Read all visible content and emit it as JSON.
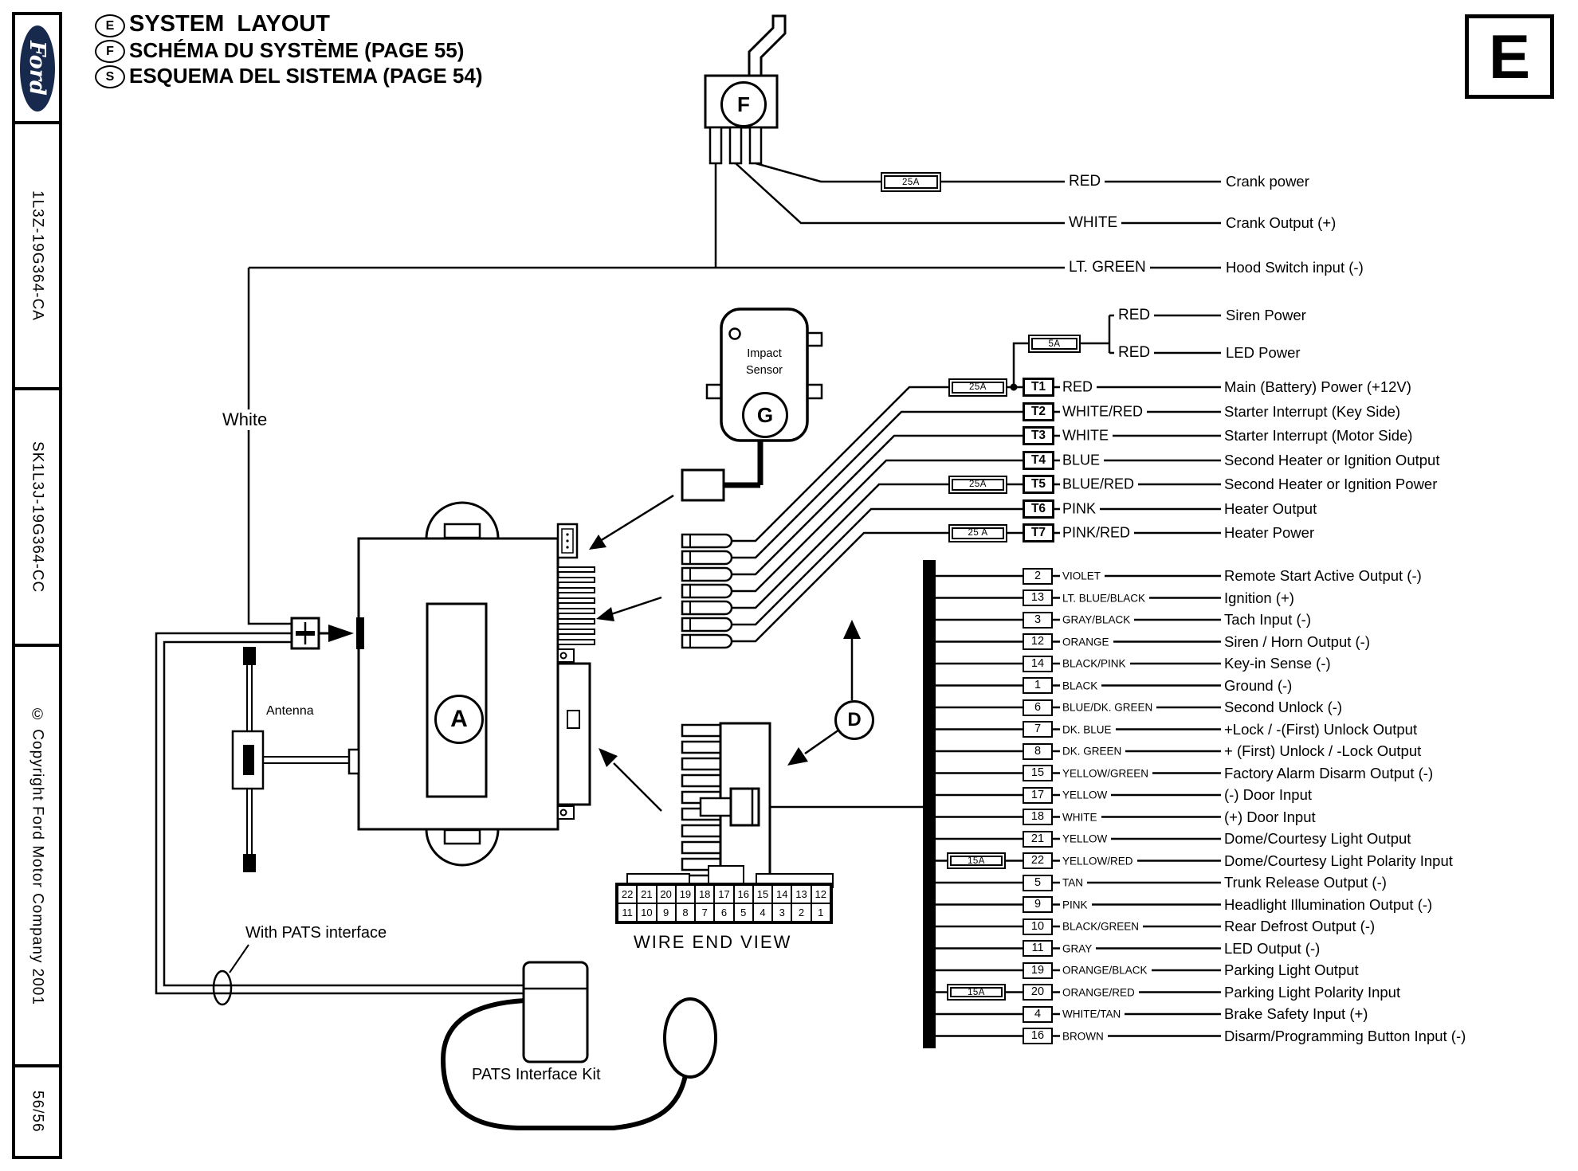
{
  "sidebar": {
    "logo": "Ford",
    "part_number_1": "1L3Z-19G364-CA",
    "part_number_2": "SK1L3J-19G364-CC",
    "copyright": "© Copyright Ford Motor Company 2001",
    "page": "56/56"
  },
  "page_letter": "E",
  "titles": {
    "t1_tag": "E",
    "t1_text": "SYSTEM  LAYOUT",
    "t2_tag": "F",
    "t2_text": "SCHÉMA DU SYSTÈME (PAGE 55)",
    "t3_tag": "S",
    "t3_text": "ESQUEMA DEL SISTEMA (PAGE 54)"
  },
  "callouts": {
    "f": "F",
    "g": "G",
    "a": "A",
    "d": "D"
  },
  "labels": {
    "white_wire": "White",
    "antenna": "Antenna",
    "impact_sensor": "Impact\nSensor",
    "with_pats": "With PATS interface",
    "pats_kit": "PATS Interface Kit",
    "wire_end_view": "WIRE END VIEW"
  },
  "crank_rows": [
    {
      "color": "RED",
      "desc": "Crank power",
      "fuse": "25A"
    },
    {
      "color": "WHITE",
      "desc": "Crank Output (+)"
    },
    {
      "color": "LT. GREEN",
      "desc": "Hood Switch input (-)"
    }
  ],
  "accessory_fuse": "5A",
  "accessory_rows": [
    {
      "color": "RED",
      "desc": "Siren Power"
    },
    {
      "color": "RED",
      "desc": "LED Power"
    }
  ],
  "t_rows": [
    {
      "n": "T1",
      "color": "RED",
      "desc": "Main (Battery) Power (+12V)",
      "fuse": "25A"
    },
    {
      "n": "T2",
      "color": "WHITE/RED",
      "desc": "Starter Interrupt (Key Side)"
    },
    {
      "n": "T3",
      "color": "WHITE",
      "desc": "Starter Interrupt (Motor Side)"
    },
    {
      "n": "T4",
      "color": "BLUE",
      "desc": "Second Heater or Ignition Output"
    },
    {
      "n": "T5",
      "color": "BLUE/RED",
      "desc": "Second Heater or Ignition Power",
      "fuse": "25A"
    },
    {
      "n": "T6",
      "color": "PINK",
      "desc": "Heater Output"
    },
    {
      "n": "T7",
      "color": "PINK/RED",
      "desc": "Heater Power",
      "fuse": "25 A"
    }
  ],
  "pin_rows": [
    {
      "n": "2",
      "color": "VIOLET",
      "desc": "Remote Start Active Output (-)"
    },
    {
      "n": "13",
      "color": "LT. BLUE/BLACK",
      "desc": "Ignition (+)"
    },
    {
      "n": "3",
      "color": "GRAY/BLACK",
      "desc": "Tach Input (-)"
    },
    {
      "n": "12",
      "color": "ORANGE",
      "desc": "Siren / Horn Output (-)"
    },
    {
      "n": "14",
      "color": "BLACK/PINK",
      "desc": "Key-in Sense (-)"
    },
    {
      "n": "1",
      "color": "BLACK",
      "desc": "Ground (-)"
    },
    {
      "n": "6",
      "color": "BLUE/DK. GREEN",
      "desc": "Second Unlock (-)"
    },
    {
      "n": "7",
      "color": "DK. BLUE",
      "desc": "+Lock / -(First) Unlock Output"
    },
    {
      "n": "8",
      "color": "DK. GREEN",
      "desc": "+ (First) Unlock / -Lock Output"
    },
    {
      "n": "15",
      "color": "YELLOW/GREEN",
      "desc": "Factory Alarm Disarm Output (-)"
    },
    {
      "n": "17",
      "color": "YELLOW",
      "desc": "(-) Door Input"
    },
    {
      "n": "18",
      "color": "WHITE",
      "desc": "(+) Door Input"
    },
    {
      "n": "21",
      "color": "YELLOW",
      "desc": "Dome/Courtesy Light Output"
    },
    {
      "n": "22",
      "color": "YELLOW/RED",
      "desc": "Dome/Courtesy Light Polarity Input",
      "fuse": "15A"
    },
    {
      "n": "5",
      "color": "TAN",
      "desc": "Trunk Release Output (-)"
    },
    {
      "n": "9",
      "color": "PINK",
      "desc": "Headlight Illumination Output (-)"
    },
    {
      "n": "10",
      "color": "BLACK/GREEN",
      "desc": "Rear Defrost Output (-)"
    },
    {
      "n": "11",
      "color": "GRAY",
      "desc": "LED Output (-)"
    },
    {
      "n": "19",
      "color": "ORANGE/BLACK",
      "desc": "Parking Light Output"
    },
    {
      "n": "20",
      "color": "ORANGE/RED",
      "desc": "Parking Light Polarity Input",
      "fuse": "15A"
    },
    {
      "n": "4",
      "color": "WHITE/TAN",
      "desc": "Brake Safety Input (+)"
    },
    {
      "n": "16",
      "color": "BROWN",
      "desc": "Disarm/Programming Button Input (-)"
    }
  ],
  "wire_end": {
    "top_row": [
      "22",
      "21",
      "20",
      "19",
      "18",
      "17",
      "16",
      "15",
      "14",
      "13",
      "12"
    ],
    "bottom_row": [
      "11",
      "10",
      "9",
      "8",
      "7",
      "6",
      "5",
      "4",
      "3",
      "2",
      "1"
    ]
  }
}
